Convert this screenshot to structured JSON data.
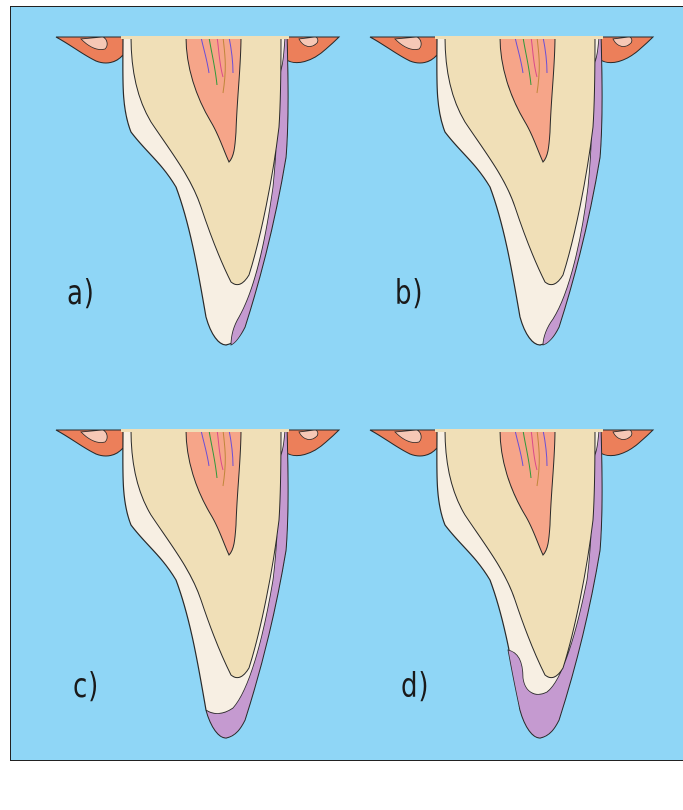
{
  "panels": [
    {
      "id": "a",
      "label": "a)",
      "variant": "a"
    },
    {
      "id": "b",
      "label": "b)",
      "variant": "b"
    },
    {
      "id": "c",
      "label": "c)",
      "variant": "c"
    },
    {
      "id": "d",
      "label": "d)",
      "variant": "d"
    }
  ],
  "colors": {
    "background": "#8fd6f6",
    "gingiva": "#ec7f5a",
    "gingiva_light": "#f6c8b6",
    "dentin": "#f0dfb7",
    "enamel": "#f7efe3",
    "pulp": "#f6a589",
    "purple_region": "#c59ad0",
    "outline": "#2a2a2a"
  }
}
